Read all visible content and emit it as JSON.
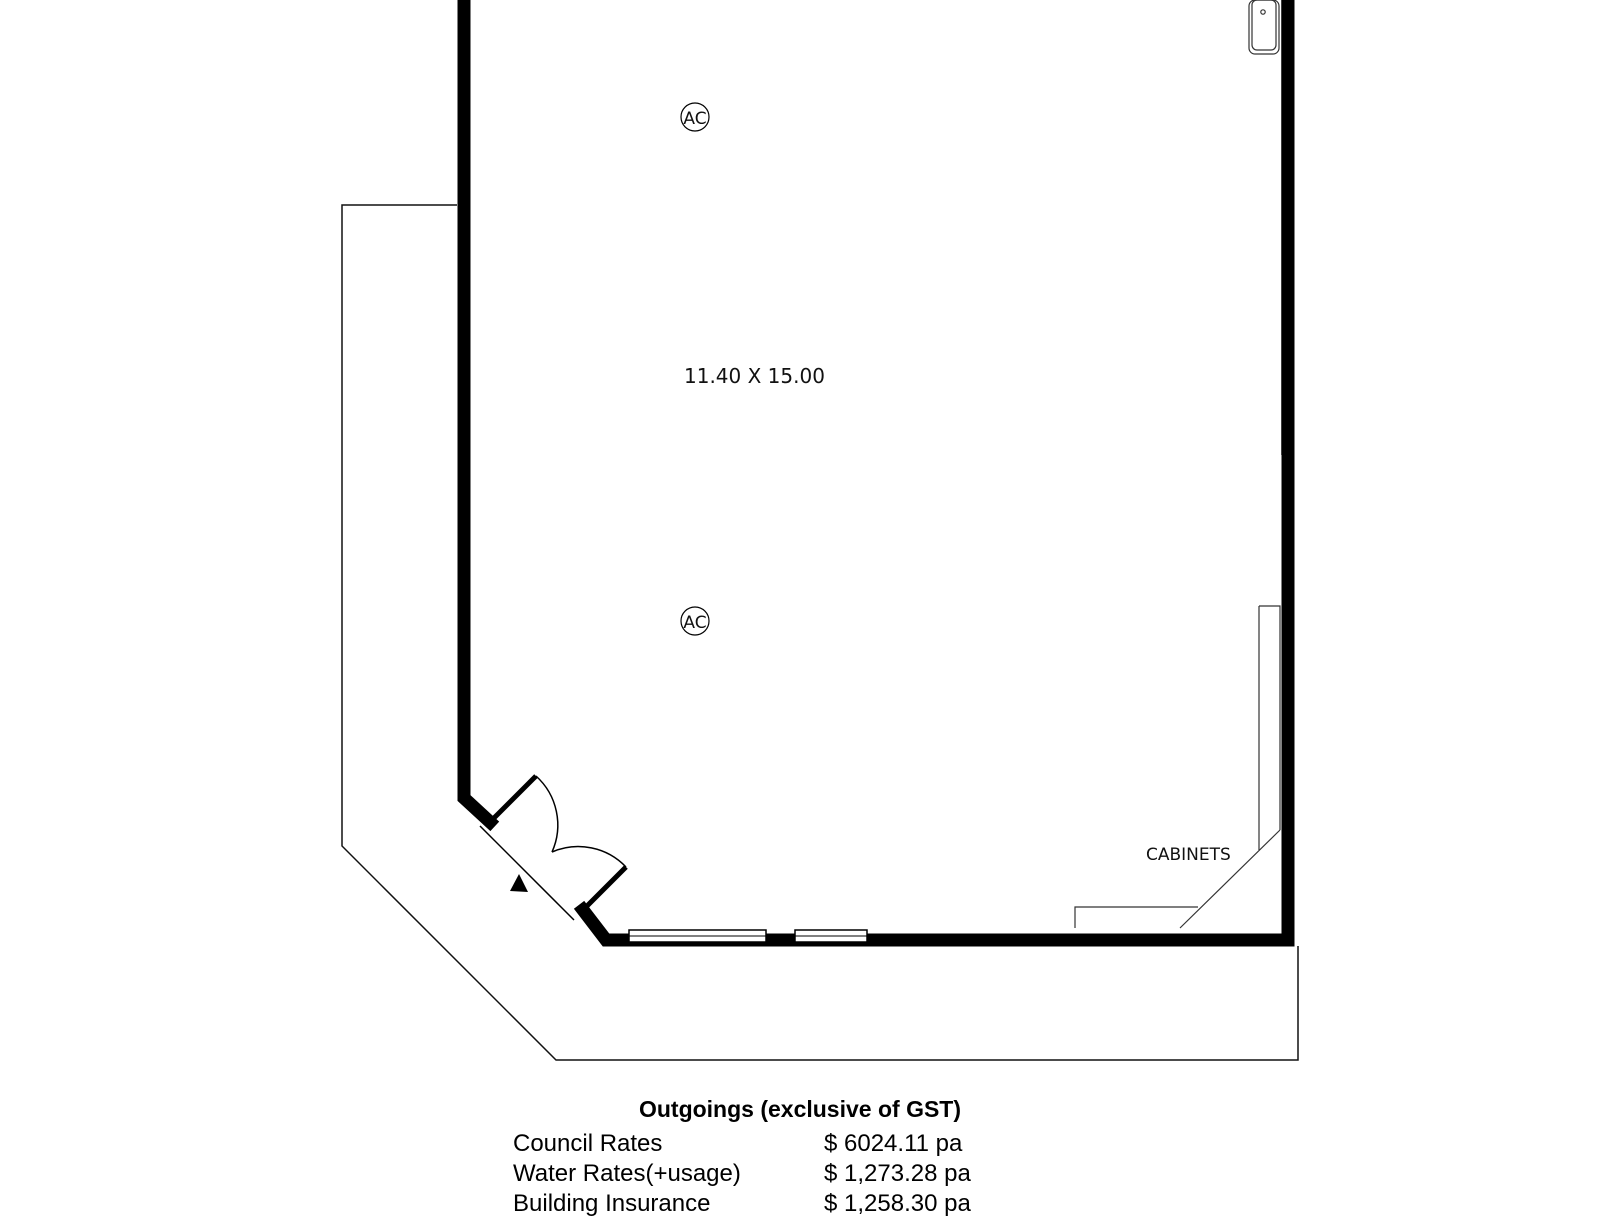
{
  "plan": {
    "room_dimensions": "11.40 X 15.00",
    "ac_labels": [
      "AC",
      "AC"
    ],
    "cabinets_label": "CABINETS"
  },
  "outgoings": {
    "title": "Outgoings (exclusive of GST)",
    "rows": [
      {
        "label": "Council Rates",
        "value": "$ 6024.11 pa"
      },
      {
        "label": "Water Rates(+usage)",
        "value": "$ 1,273.28 pa"
      },
      {
        "label": "Building Insurance",
        "value": "$ 1,258.30 pa"
      }
    ]
  }
}
